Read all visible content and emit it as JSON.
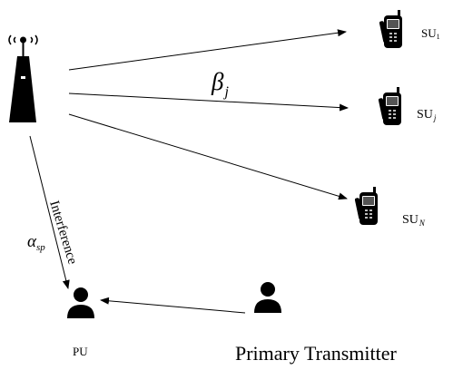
{
  "nodes": {
    "base_station": {
      "icon": "base-station-tower-icon"
    },
    "su_1": {
      "label": "SU",
      "subscript": "1",
      "icon": "mobile-phone-icon"
    },
    "su_j": {
      "label": "SU",
      "subscript": "j",
      "icon": "mobile-phone-icon"
    },
    "su_n": {
      "label": "SU",
      "subscript": "N",
      "icon": "mobile-phone-icon"
    },
    "pu": {
      "label": "PU",
      "icon": "person-icon"
    },
    "primary_transmitter": {
      "label": "Primary Transmitter",
      "icon": "person-icon"
    }
  },
  "edges": {
    "channel_gain": {
      "symbol": "β",
      "subscript": "j"
    },
    "interference": {
      "label": "Interference",
      "symbol": "α",
      "subscript": "sp"
    }
  },
  "colors": {
    "ink": "#000000",
    "background": "#ffffff"
  }
}
